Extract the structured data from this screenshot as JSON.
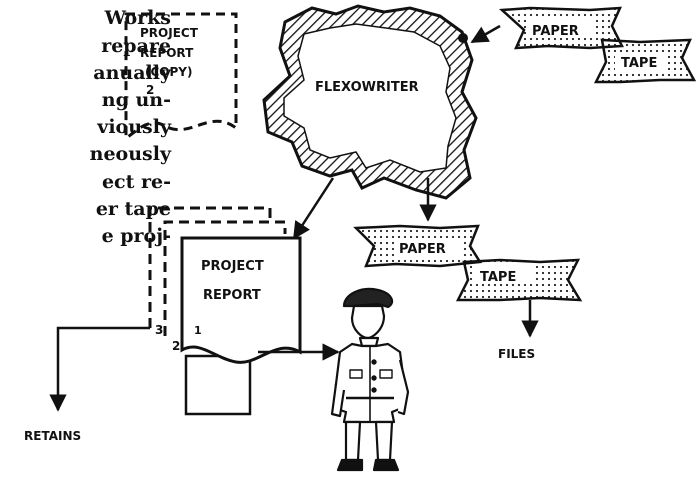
{
  "body_text": [
    "Works",
    "repare",
    "anually",
    "ng un-",
    "viously",
    "neously",
    "ect re-",
    "er tape",
    "e proj-"
  ],
  "copy_doc": {
    "line1": "PROJECT",
    "line2": "REPORT",
    "line3": "(COPY)",
    "line4": "2"
  },
  "machine": {
    "label": "FLEXOWRITER"
  },
  "input_tape": {
    "left": "PAPER",
    "right": "TAPE"
  },
  "output_tape": {
    "left": "PAPER",
    "right": "TAPE"
  },
  "report": {
    "line1": "PROJECT",
    "line2": "REPORT",
    "copy1": "1",
    "copy2": "2",
    "copy3": "3"
  },
  "outputs": {
    "files": "FILES",
    "retains": "RETAINS"
  }
}
